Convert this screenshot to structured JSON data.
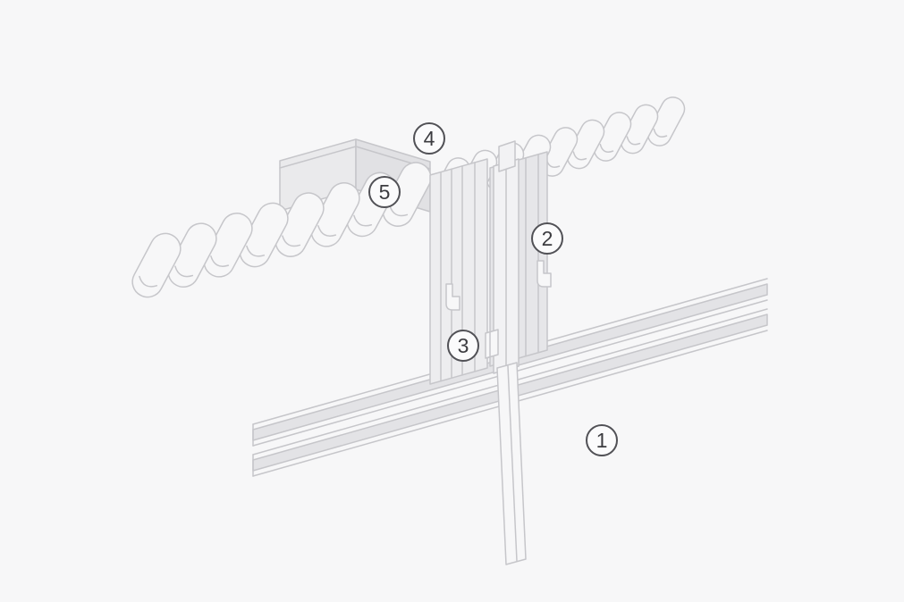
{
  "diagram": {
    "callouts": [
      {
        "label": "1"
      },
      {
        "label": "2"
      },
      {
        "label": "3"
      },
      {
        "label": "4"
      },
      {
        "label": "5"
      }
    ],
    "colors": {
      "background": "#f7f7f8",
      "line": "#c6c6ca",
      "panel_fill_light": "#ededef",
      "panel_fill_mid": "#e6e6e9",
      "panel_fill_dark": "#e1e1e4",
      "rail_band_fill": "#e3e3e6",
      "callout_border": "#515156",
      "callout_text": "#3c3c40",
      "callout_fill": "#fbfbfc"
    }
  }
}
